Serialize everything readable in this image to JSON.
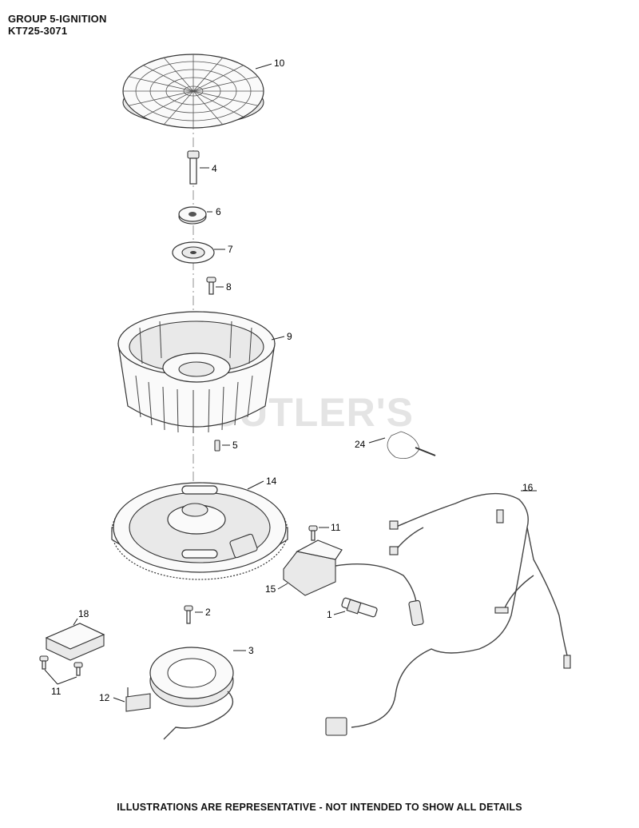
{
  "header": {
    "title": "GROUP 5-IGNITION",
    "model": "KT725-3071"
  },
  "footer": "ILLUSTRATIONS ARE REPRESENTATIVE - NOT INTENDED TO SHOW ALL DETAILS",
  "watermark": "CUTLER'S",
  "callouts": {
    "c10": "10",
    "c4": "4",
    "c6": "6",
    "c7": "7",
    "c8": "8",
    "c9": "9",
    "c24": "24",
    "c5": "5",
    "c14": "14",
    "c16": "16",
    "c11a": "11",
    "c15": "15",
    "c1": "1",
    "c18": "18",
    "c2": "2",
    "c3": "3",
    "c11b": "11",
    "c12": "12"
  }
}
